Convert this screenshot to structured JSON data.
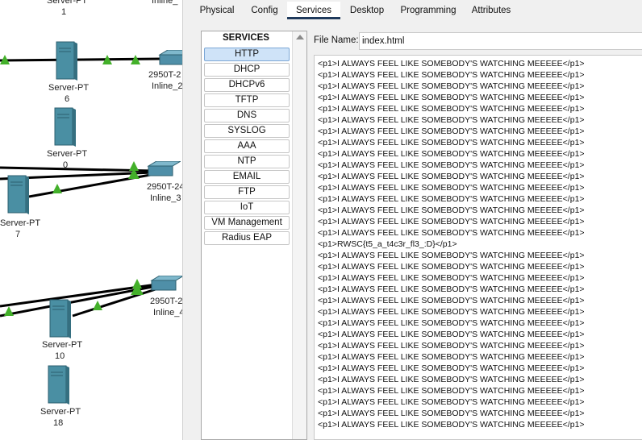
{
  "topology": {
    "nodes": [
      {
        "id": "server-top",
        "label": "Server-PT",
        "num": "1"
      },
      {
        "id": "server-6",
        "label": "Server-PT",
        "num": "6"
      },
      {
        "id": "server-0",
        "label": "Server-PT",
        "num": "0"
      },
      {
        "id": "server-7",
        "label": "Server-PT",
        "num": "7"
      },
      {
        "id": "server-10",
        "label": "Server-PT",
        "num": "10"
      },
      {
        "id": "server-18",
        "label": "Server-PT",
        "num": "18"
      },
      {
        "id": "switch-top",
        "label": "Inline_",
        "model": ""
      },
      {
        "id": "switch-2",
        "label": "Inline_2",
        "model": "2950T-2"
      },
      {
        "id": "switch-3",
        "label": "Inline_3",
        "model": "2950T-24"
      },
      {
        "id": "switch-4",
        "label": "Inline_4",
        "model": "2950T-2"
      }
    ],
    "colors": {
      "link": "#000000",
      "indicator": "#43b02a",
      "server": "#4a8fa3",
      "switch": "#4f8fa8"
    }
  },
  "tabs": [
    "Physical",
    "Config",
    "Services",
    "Desktop",
    "Programming",
    "Attributes"
  ],
  "active_tab": "Services",
  "services": {
    "title": "SERVICES",
    "items": [
      "HTTP",
      "DHCP",
      "DHCPv6",
      "TFTP",
      "DNS",
      "SYSLOG",
      "AAA",
      "NTP",
      "EMAIL",
      "FTP",
      "IoT",
      "VM Management",
      "Radius EAP"
    ],
    "selected": "HTTP"
  },
  "file": {
    "label": "File Name:",
    "value": "index.html"
  },
  "editor_lines": [
    "<p1>I ALWAYS FEEL LIKE SOMEBODY'S WATCHING MEEEEE</p1>",
    "<p1>I ALWAYS FEEL LIKE SOMEBODY'S WATCHING MEEEEE</p1>",
    "<p1>I ALWAYS FEEL LIKE SOMEBODY'S WATCHING MEEEEE</p1>",
    "<p1>I ALWAYS FEEL LIKE SOMEBODY'S WATCHING MEEEEE</p1>",
    "<p1>I ALWAYS FEEL LIKE SOMEBODY'S WATCHING MEEEEE</p1>",
    "<p1>I ALWAYS FEEL LIKE SOMEBODY'S WATCHING MEEEEE</p1>",
    "<p1>I ALWAYS FEEL LIKE SOMEBODY'S WATCHING MEEEEE</p1>",
    "<p1>I ALWAYS FEEL LIKE SOMEBODY'S WATCHING MEEEEE</p1>",
    "<p1>I ALWAYS FEEL LIKE SOMEBODY'S WATCHING MEEEEE</p1>",
    "<p1>I ALWAYS FEEL LIKE SOMEBODY'S WATCHING MEEEEE</p1>",
    "<p1>I ALWAYS FEEL LIKE SOMEBODY'S WATCHING MEEEEE</p1>",
    "<p1>I ALWAYS FEEL LIKE SOMEBODY'S WATCHING MEEEEE</p1>",
    "<p1>I ALWAYS FEEL LIKE SOMEBODY'S WATCHING MEEEEE</p1>",
    "<p1>I ALWAYS FEEL LIKE SOMEBODY'S WATCHING MEEEEE</p1>",
    "<p1>I ALWAYS FEEL LIKE SOMEBODY'S WATCHING MEEEEE</p1>",
    "<p1>I ALWAYS FEEL LIKE SOMEBODY'S WATCHING MEEEEE</p1>",
    "<p1>RWSC{t5_a_t4c3r_fl3_:D}</p1>",
    "<p1>I ALWAYS FEEL LIKE SOMEBODY'S WATCHING MEEEEE</p1>",
    "<p1>I ALWAYS FEEL LIKE SOMEBODY'S WATCHING MEEEEE</p1>",
    "<p1>I ALWAYS FEEL LIKE SOMEBODY'S WATCHING MEEEEE</p1>",
    "<p1>I ALWAYS FEEL LIKE SOMEBODY'S WATCHING MEEEEE</p1>",
    "<p1>I ALWAYS FEEL LIKE SOMEBODY'S WATCHING MEEEEE</p1>",
    "<p1>I ALWAYS FEEL LIKE SOMEBODY'S WATCHING MEEEEE</p1>",
    "<p1>I ALWAYS FEEL LIKE SOMEBODY'S WATCHING MEEEEE</p1>",
    "<p1>I ALWAYS FEEL LIKE SOMEBODY'S WATCHING MEEEEE</p1>",
    "<p1>I ALWAYS FEEL LIKE SOMEBODY'S WATCHING MEEEEE</p1>",
    "<p1>I ALWAYS FEEL LIKE SOMEBODY'S WATCHING MEEEEE</p1>",
    "<p1>I ALWAYS FEEL LIKE SOMEBODY'S WATCHING MEEEEE</p1>",
    "<p1>I ALWAYS FEEL LIKE SOMEBODY'S WATCHING MEEEEE</p1>",
    "<p1>I ALWAYS FEEL LIKE SOMEBODY'S WATCHING MEEEEE</p1>",
    "<p1>I ALWAYS FEEL LIKE SOMEBODY'S WATCHING MEEEEE</p1>",
    "<p1>I ALWAYS FEEL LIKE SOMEBODY'S WATCHING MEEEEE</p1>",
    "<p1>I ALWAYS FEEL LIKE SOMEBODY'S WATCHING MEEEEE</p1>"
  ]
}
